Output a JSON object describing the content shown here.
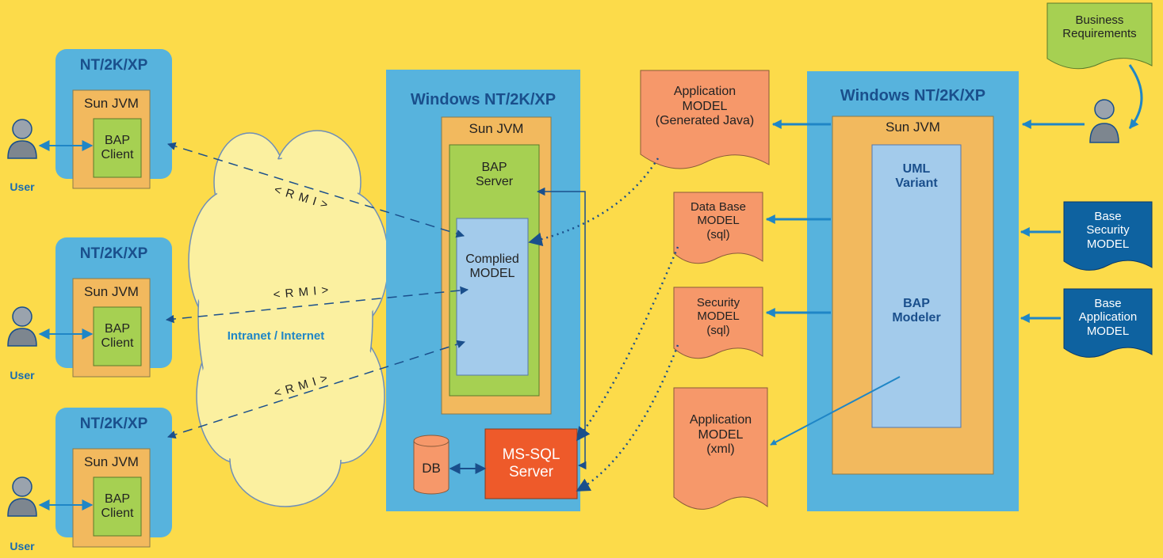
{
  "clients": [
    {
      "os": "NT/2K/XP",
      "jvm": "Sun JVM",
      "app": "BAP\nClient",
      "user": "User",
      "rmi": "< R M I >"
    },
    {
      "os": "NT/2K/XP",
      "jvm": "Sun JVM",
      "app": "BAP\nClient",
      "user": "User",
      "rmi": "< R M I >"
    },
    {
      "os": "NT/2K/XP",
      "jvm": "Sun JVM",
      "app": "BAP\nClient",
      "user": "User",
      "rmi": "< R M I >"
    }
  ],
  "network": {
    "label": "Intranet / Internet"
  },
  "server": {
    "os": "Windows NT/2K/XP",
    "jvm": "Sun JVM",
    "app": "BAP\nServer",
    "model": "Complied\nMODEL",
    "db": "DB",
    "sql": "MS-SQL\nServer"
  },
  "documents": {
    "app_java": "Application\nMODEL\n(Generated Java)",
    "db_sql": "Data Base\nMODEL\n(sql)",
    "sec_sql": "Security\nMODEL\n(sql)",
    "app_xml": "Application\nMODEL\n(xml)"
  },
  "modeler": {
    "os": "Windows NT/2K/XP",
    "jvm": "Sun JVM",
    "uml": "UML\nVariant",
    "bap": "BAP\nModeler"
  },
  "inputs": {
    "business": "Business\nRequirements",
    "base_security": "Base\nSecurity\nMODEL",
    "base_application": "Base\nApplication\nMODEL"
  },
  "colors": {
    "background": "#FCDB4A",
    "os_box": "#57B3DD",
    "jvm_box": "#F2B95E",
    "app_box": "#A6D052",
    "model_box": "#A3CBEB",
    "doc": "#F6986A",
    "sql": "#EE5A2A",
    "arrow": "#1F86C6",
    "dark": "#1A4F8C"
  }
}
